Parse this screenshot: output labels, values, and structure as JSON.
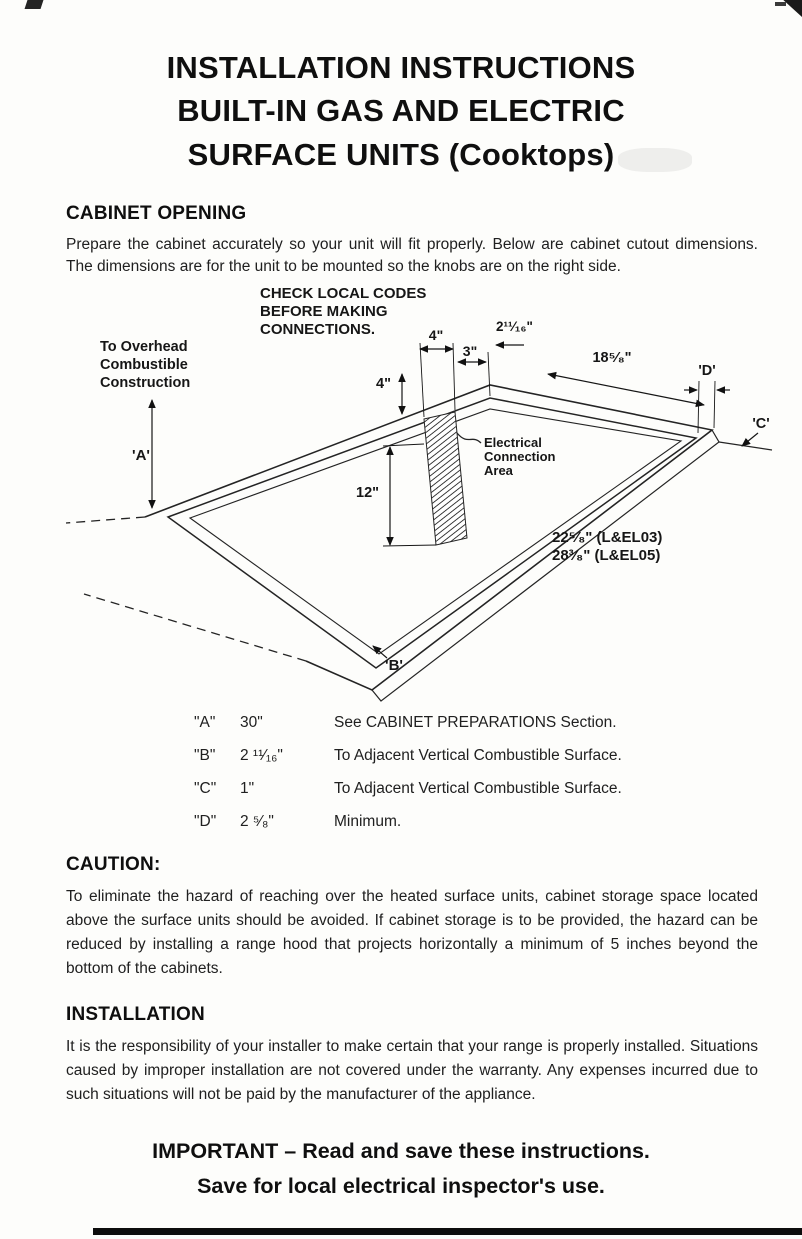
{
  "title": {
    "lines": [
      "INSTALLATION INSTRUCTIONS",
      "BUILT-IN GAS AND ELECTRIC",
      "SURFACE UNITS (Cooktops)"
    ]
  },
  "cabinet_opening": {
    "heading": "CABINET OPENING",
    "body": "Prepare the cabinet accurately so your unit will fit properly. Below are cabinet cutout dimensions. The dimensions are for the unit to be mounted so the knobs are on the right side."
  },
  "diagram": {
    "check_codes": [
      "CHECK LOCAL CODES",
      "BEFORE MAKING",
      "CONNECTIONS."
    ],
    "overhead": [
      "To Overhead",
      "Combustible",
      "Construction"
    ],
    "dim_a": "'A'",
    "dim_4_top": "4\"",
    "dim_3": "3\"",
    "dim_2_11_16": "2¹¹⁄₁₆\"",
    "dim_18_5_8": "18⁵⁄₈\"",
    "dim_d": "'D'",
    "dim_c": "'C'",
    "dim_4_left": "4\"",
    "dim_12": "12\"",
    "electrical": [
      "Electrical",
      "Connection",
      "Area"
    ],
    "model1": "22⁵⁄₈\" (L&EL03)",
    "model2": "28³⁄₈\" (L&EL05)",
    "dim_b": "'B'"
  },
  "dimension_table": {
    "rows": [
      {
        "key": "\"A\"",
        "value": "30\"",
        "desc": "See CABINET PREPARATIONS Section."
      },
      {
        "key": "\"B\"",
        "value": "2 ¹¹⁄₁₆\"",
        "desc": "To Adjacent Vertical Combustible Surface."
      },
      {
        "key": "\"C\"",
        "value": "1\"",
        "desc": "To Adjacent Vertical Combustible Surface."
      },
      {
        "key": "\"D\"",
        "value": "2 ⁵⁄₈\"",
        "desc": "Minimum."
      }
    ]
  },
  "caution": {
    "heading": "CAUTION:",
    "body": "To eliminate the hazard of reaching over the heated surface units, cabinet storage space located above the surface units should be avoided. If cabinet storage is to be provided, the hazard can be reduced by installing a range hood that projects horizontally a minimum of 5 inches beyond the bottom of the cabinets."
  },
  "installation": {
    "heading": "INSTALLATION",
    "body": "It is the responsibility of your installer to make certain that your range is properly installed. Situations caused by improper installation are not covered under the warranty. Any expenses incurred due to such situations will not be paid by the manufacturer of the appliance."
  },
  "footer": {
    "line1": "IMPORTANT – Read and save these instructions.",
    "line2": "Save for local electrical inspector's use."
  }
}
